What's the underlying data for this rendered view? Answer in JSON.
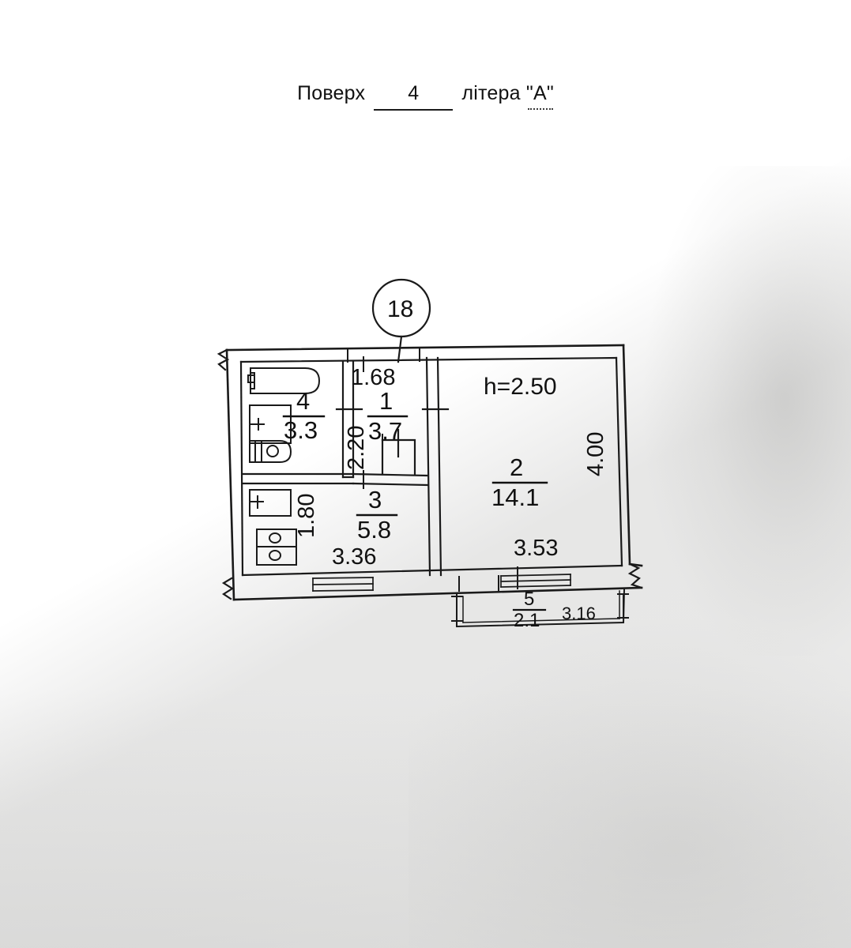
{
  "header": {
    "floor_label": "Поверх",
    "floor_value": "4",
    "letter_label": "літера",
    "letter_value": "\"А\""
  },
  "plan": {
    "apartment_marker": "18",
    "ceiling_height": "h=2.50",
    "rooms": [
      {
        "id": "room-1",
        "number": "1",
        "area": "3.7",
        "name": "hallway"
      },
      {
        "id": "room-2",
        "number": "2",
        "area": "14.1",
        "name": "living-room"
      },
      {
        "id": "room-3",
        "number": "3",
        "area": "5.8",
        "name": "kitchen"
      },
      {
        "id": "room-4",
        "number": "4",
        "area": "3.3",
        "name": "bathroom"
      },
      {
        "id": "room-5",
        "number": "5",
        "area": "2.1",
        "name": "balcony"
      }
    ],
    "dimensions": {
      "hall_width": "1.68",
      "hall_depth": "2.20",
      "kitchen_depth": "1.80",
      "kitchen_width": "3.36",
      "living_width": "3.53",
      "living_depth": "4.00",
      "balcony_width": "3.16"
    }
  }
}
